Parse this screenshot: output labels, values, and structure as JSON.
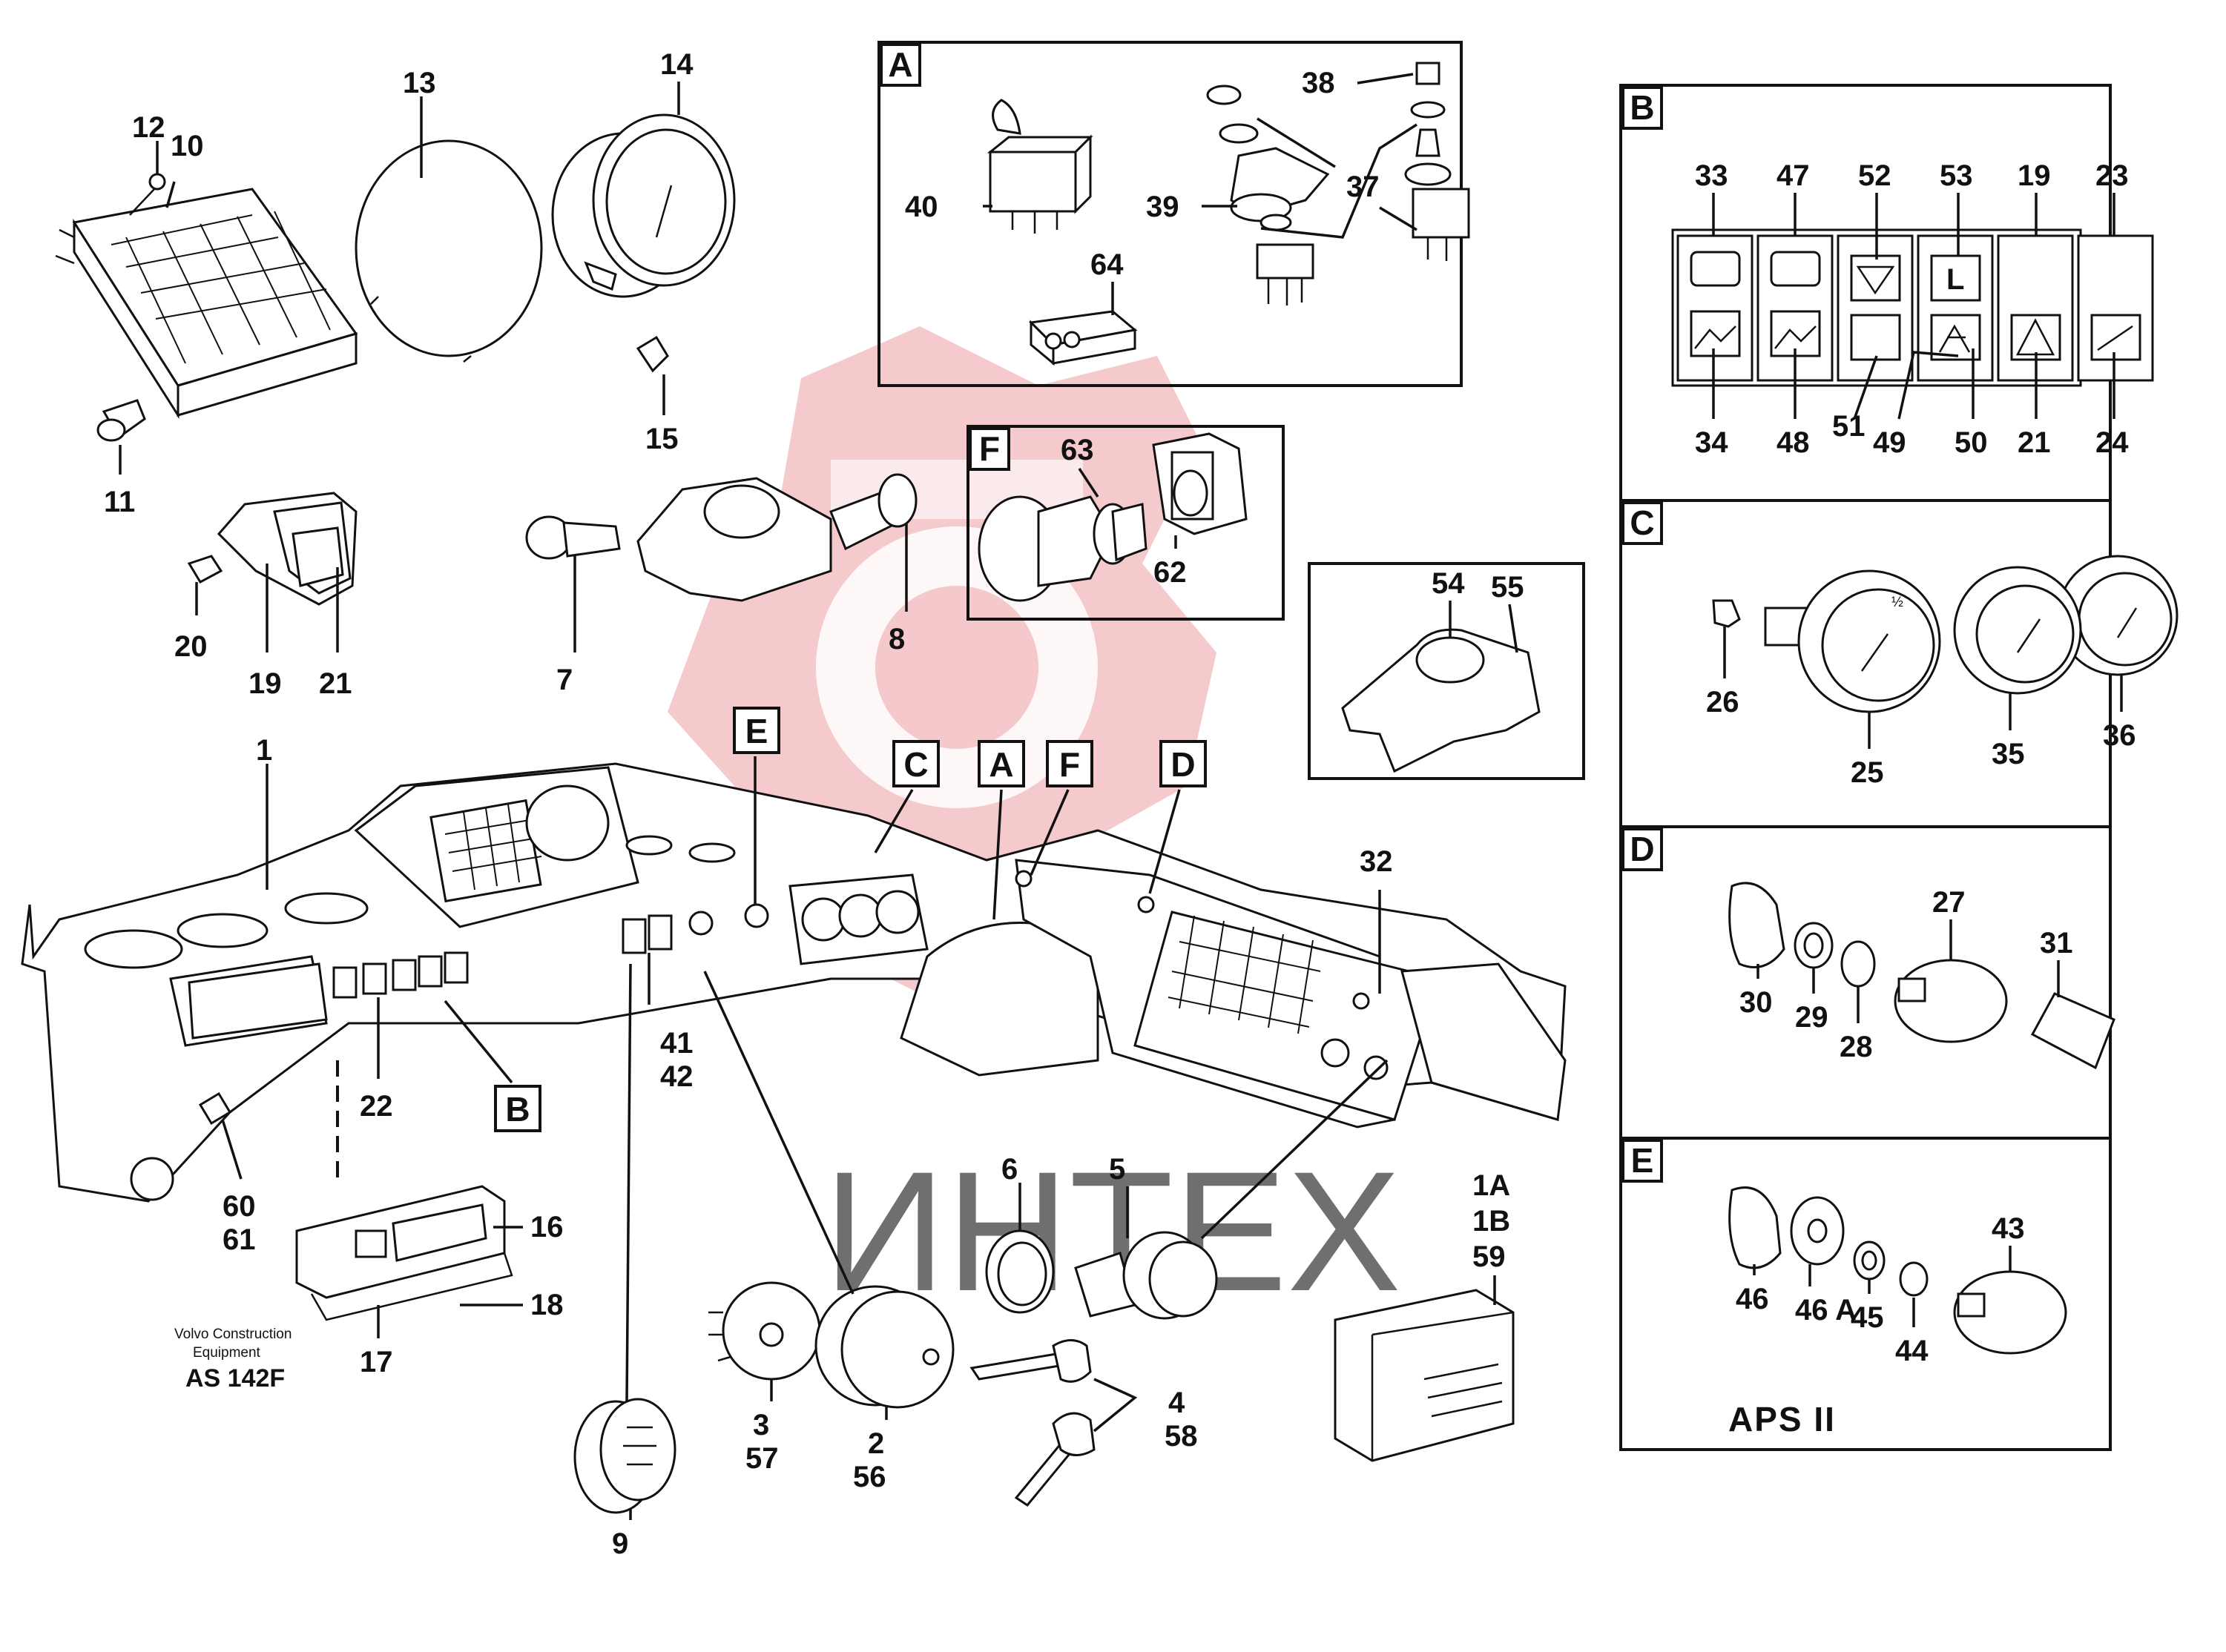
{
  "footer": {
    "brand_line1": "Volvo Construction",
    "brand_line2": "Equipment",
    "drawing_no": "AS 142F"
  },
  "watermark": {
    "text": "ИНТЕХ",
    "color": "#f2b8bc"
  },
  "insets": {
    "A": "A",
    "B": "B",
    "C": "C",
    "D": "D",
    "E": "E",
    "F": "F",
    "E_note": "APS II"
  },
  "dash_tags": {
    "B": "B",
    "C": "C",
    "A": "A",
    "F": "F",
    "D": "D",
    "E": "E"
  },
  "callouts": {
    "n1": "1",
    "n2": "2",
    "n3": "3",
    "n4": "4",
    "n5": "5",
    "n6": "6",
    "n7": "7",
    "n8": "8",
    "n9": "9",
    "n10": "10",
    "n11": "11",
    "n12": "12",
    "n13": "13",
    "n14": "14",
    "n15": "15",
    "n16": "16",
    "n17": "17",
    "n18": "18",
    "n19": "19",
    "n20": "20",
    "n21": "21",
    "n22": "22",
    "n32": "32",
    "n41": "41",
    "n42": "42",
    "n56": "56",
    "n57": "57",
    "n58": "58",
    "n60": "60",
    "n61": "61",
    "n1A": "1A",
    "n1B": "1B",
    "n59": "59",
    "a37": "37",
    "a38": "38",
    "a39": "39",
    "a40": "40",
    "a64": "64",
    "b19": "19",
    "b21": "21",
    "b23": "23",
    "b24": "24",
    "b33": "33",
    "b34": "34",
    "b47": "47",
    "b48": "48",
    "b49": "49",
    "b50": "50",
    "b51": "51",
    "b52": "52",
    "b53": "53",
    "c25": "25",
    "c26": "26",
    "c35": "35",
    "c36": "36",
    "d27": "27",
    "d28": "28",
    "d29": "29",
    "d30": "30",
    "d31": "31",
    "e43": "43",
    "e44": "44",
    "e45": "45",
    "e46": "46",
    "e46A": "46 A",
    "f62": "62",
    "f63": "63",
    "g54": "54",
    "g55": "55"
  }
}
